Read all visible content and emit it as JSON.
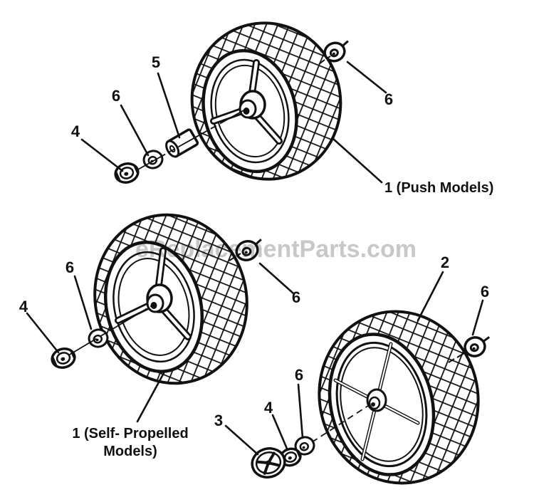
{
  "colors": {
    "line": "#111111",
    "background": "#ffffff",
    "watermark": "#c8c8c8"
  },
  "watermark_text": "eReplacementParts.com",
  "labels": {
    "push_models": "1 (Push Models)",
    "self_propelled_line1": "1 (Self- Propelled",
    "self_propelled_line2": "Models)"
  },
  "callouts": {
    "spacer_top": "5",
    "washer_top": "6",
    "nut_top": "4",
    "washer_top_right": "6",
    "washer_mid_left": "6",
    "nut_mid": "4",
    "washer_mid_hub": "6",
    "wheel_bottom": "2",
    "washer_bottom_right": "6",
    "washer_bottom": "6",
    "nut_bottom": "4",
    "hubcap_bottom": "3"
  }
}
